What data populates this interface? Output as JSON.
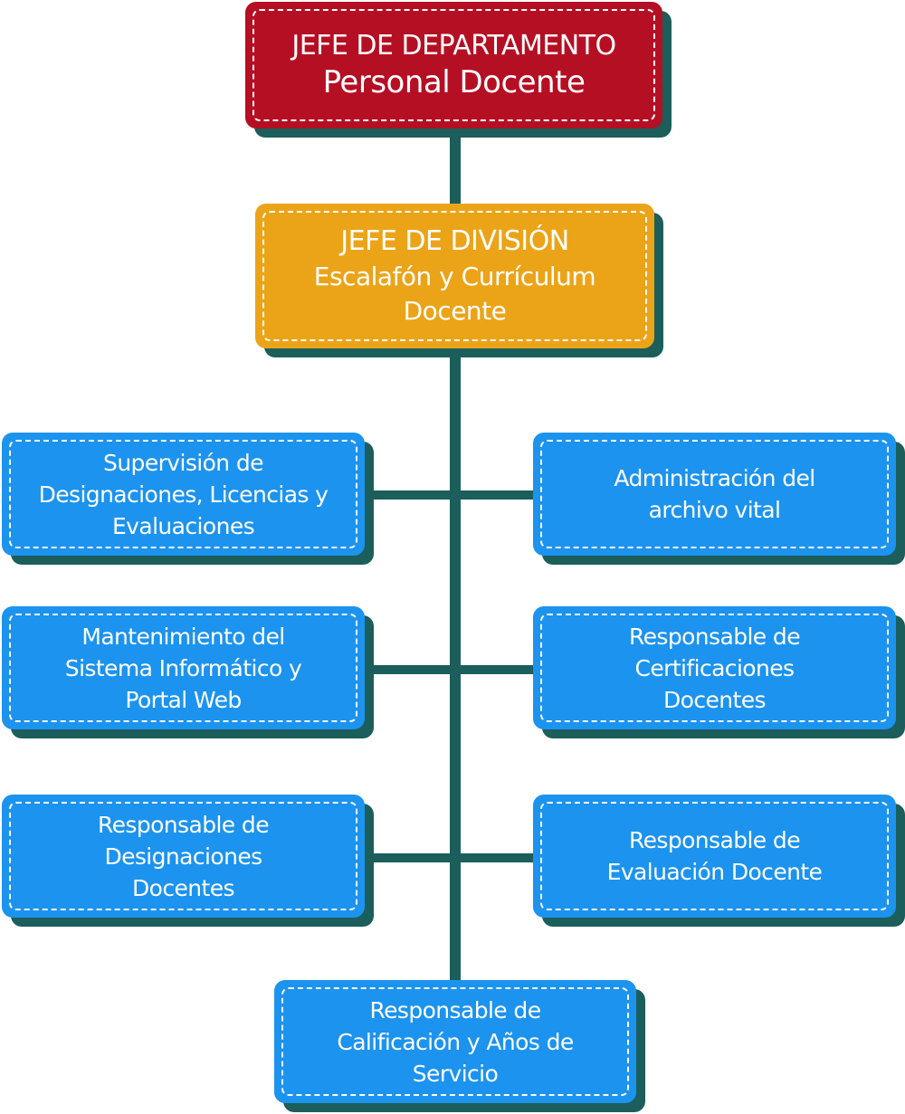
{
  "colors": {
    "head": "#B50F24",
    "division": "#EBA418",
    "unit": "#1C93EE",
    "connector": "#1B5E5B"
  },
  "head": {
    "title": "JEFE DE DEPARTAMENTO",
    "subtitle": "Personal Docente"
  },
  "division": {
    "title": "JEFE DE DIVISIÓN",
    "subtitle": "Escalafón y Currículum Docente"
  },
  "units": [
    "Supervisión de Designaciones, Licencias y Evaluaciones",
    "Administración del archivo vital",
    "Mantenimiento del Sistema Informático y Portal Web",
    "Responsable de Certificaciones Docentes",
    "Responsable de Designaciones Docentes",
    "Responsable de Evaluación Docente",
    "Responsable de Calificación y Años de Servicio"
  ]
}
